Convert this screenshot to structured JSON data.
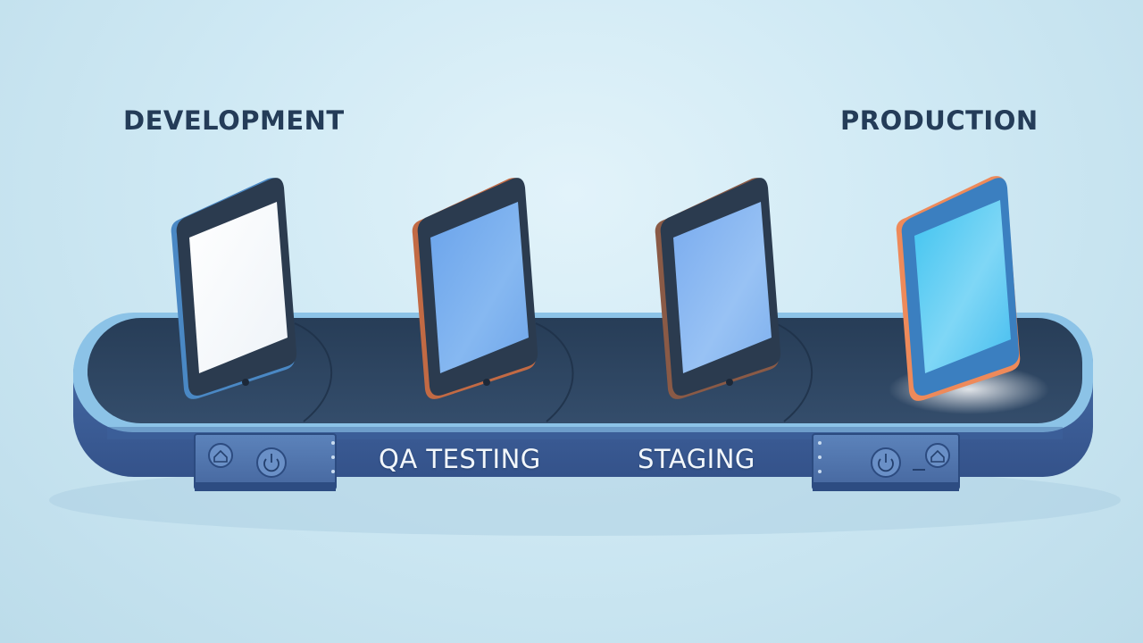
{
  "stages": {
    "development": "DEVELOPMENT",
    "qa_testing": "QA TESTING",
    "staging": "STAGING",
    "production": "PRODUCTION"
  },
  "colors": {
    "background": "#cfe9f4",
    "label_text": "#243c58",
    "conveyor_top": "#2f4864",
    "conveyor_side": "#3d5f96",
    "conveyor_rim": "#8ec3e6",
    "phone_frame_dark": "#2b3b4f",
    "phone_frame_development": "#4a88c4",
    "phone_frame_production": "#ee8a5a",
    "screen_development": "#ffffff",
    "screen_qa": "#7cb1ee",
    "screen_staging": "#86b4ef",
    "screen_production": "#58c9f1"
  },
  "icons": [
    "home-icon",
    "power-icon"
  ]
}
